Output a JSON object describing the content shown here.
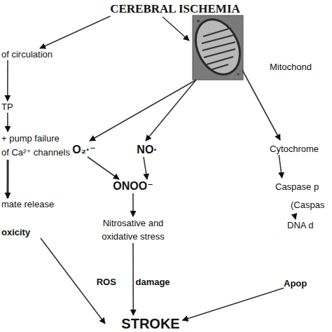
{
  "diagram": {
    "nodes": [
      {
        "text": [
          "CEREBRAL ISCHEMIA"
        ]
      },
      {
        "text": [
          "of circulation"
        ]
      },
      {
        "text": [
          "TP"
        ]
      },
      {
        "text": [
          "+ pump failure",
          "of Ca²⁺ channels"
        ]
      },
      {
        "text": [
          "mate release"
        ]
      },
      {
        "text": [
          "oxicity"
        ]
      },
      {
        "text": [
          "O₂·⁻"
        ]
      },
      {
        "text": [
          "NO·"
        ]
      },
      {
        "text": [
          "ONOO⁻"
        ]
      },
      {
        "text": [
          "Nitrosative and oxidative stress"
        ]
      },
      {
        "text": [
          "STROKE"
        ]
      },
      {
        "text": [
          "Cytochrome"
        ]
      },
      {
        "text": [
          "Caspase p",
          "(Caspas"
        ]
      },
      {
        "text": [
          "DNA d"
        ]
      },
      {
        "text": [
          "Apop"
        ]
      }
    ],
    "edges": [
      {
        "from": 0,
        "to": 1,
        "arrow": "to"
      },
      {
        "from": 1,
        "to": 2,
        "arrow": "to"
      },
      {
        "from": 2,
        "to": 3,
        "arrow": "to"
      },
      {
        "from": 3,
        "to": 4,
        "arrow": "to"
      },
      {
        "from": 5,
        "to": 10,
        "arrow": "to"
      },
      {
        "from": 6,
        "to": 8,
        "arrow": "to"
      },
      {
        "from": 7,
        "to": 8,
        "arrow": "to"
      },
      {
        "from": 8,
        "to": 9,
        "arrow": "to"
      },
      {
        "from": 9,
        "to": 10,
        "label": "ROS damage",
        "arrow": "to"
      },
      {
        "from": 11,
        "to": 12,
        "arrow": "to"
      },
      {
        "from": 12,
        "to": 13,
        "arrow": "to"
      },
      {
        "from": 14,
        "to": 10,
        "arrow": "to"
      }
    ],
    "labels": [
      "Mitochond"
    ]
  }
}
